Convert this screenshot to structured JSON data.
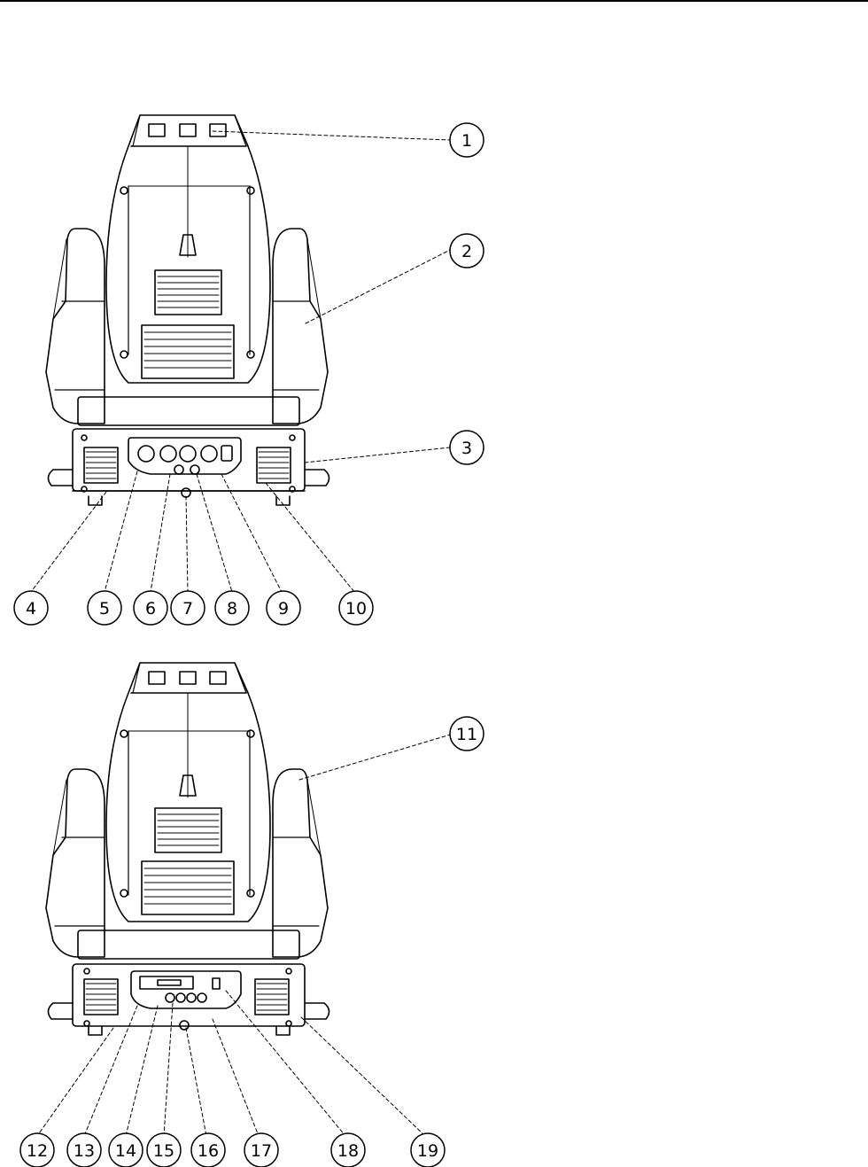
{
  "colors": {
    "line": "#000000",
    "background": "#ffffff"
  },
  "callouts": [
    {
      "label": "1"
    },
    {
      "label": "2"
    },
    {
      "label": "3"
    },
    {
      "label": "4"
    },
    {
      "label": "5"
    },
    {
      "label": "6"
    },
    {
      "label": "7"
    },
    {
      "label": "8"
    },
    {
      "label": "9"
    },
    {
      "label": "10"
    },
    {
      "label": "11"
    },
    {
      "label": "12"
    },
    {
      "label": "13"
    },
    {
      "label": "14"
    },
    {
      "label": "15"
    },
    {
      "label": "16"
    },
    {
      "label": "17"
    },
    {
      "label": "18"
    },
    {
      "label": "19"
    }
  ]
}
